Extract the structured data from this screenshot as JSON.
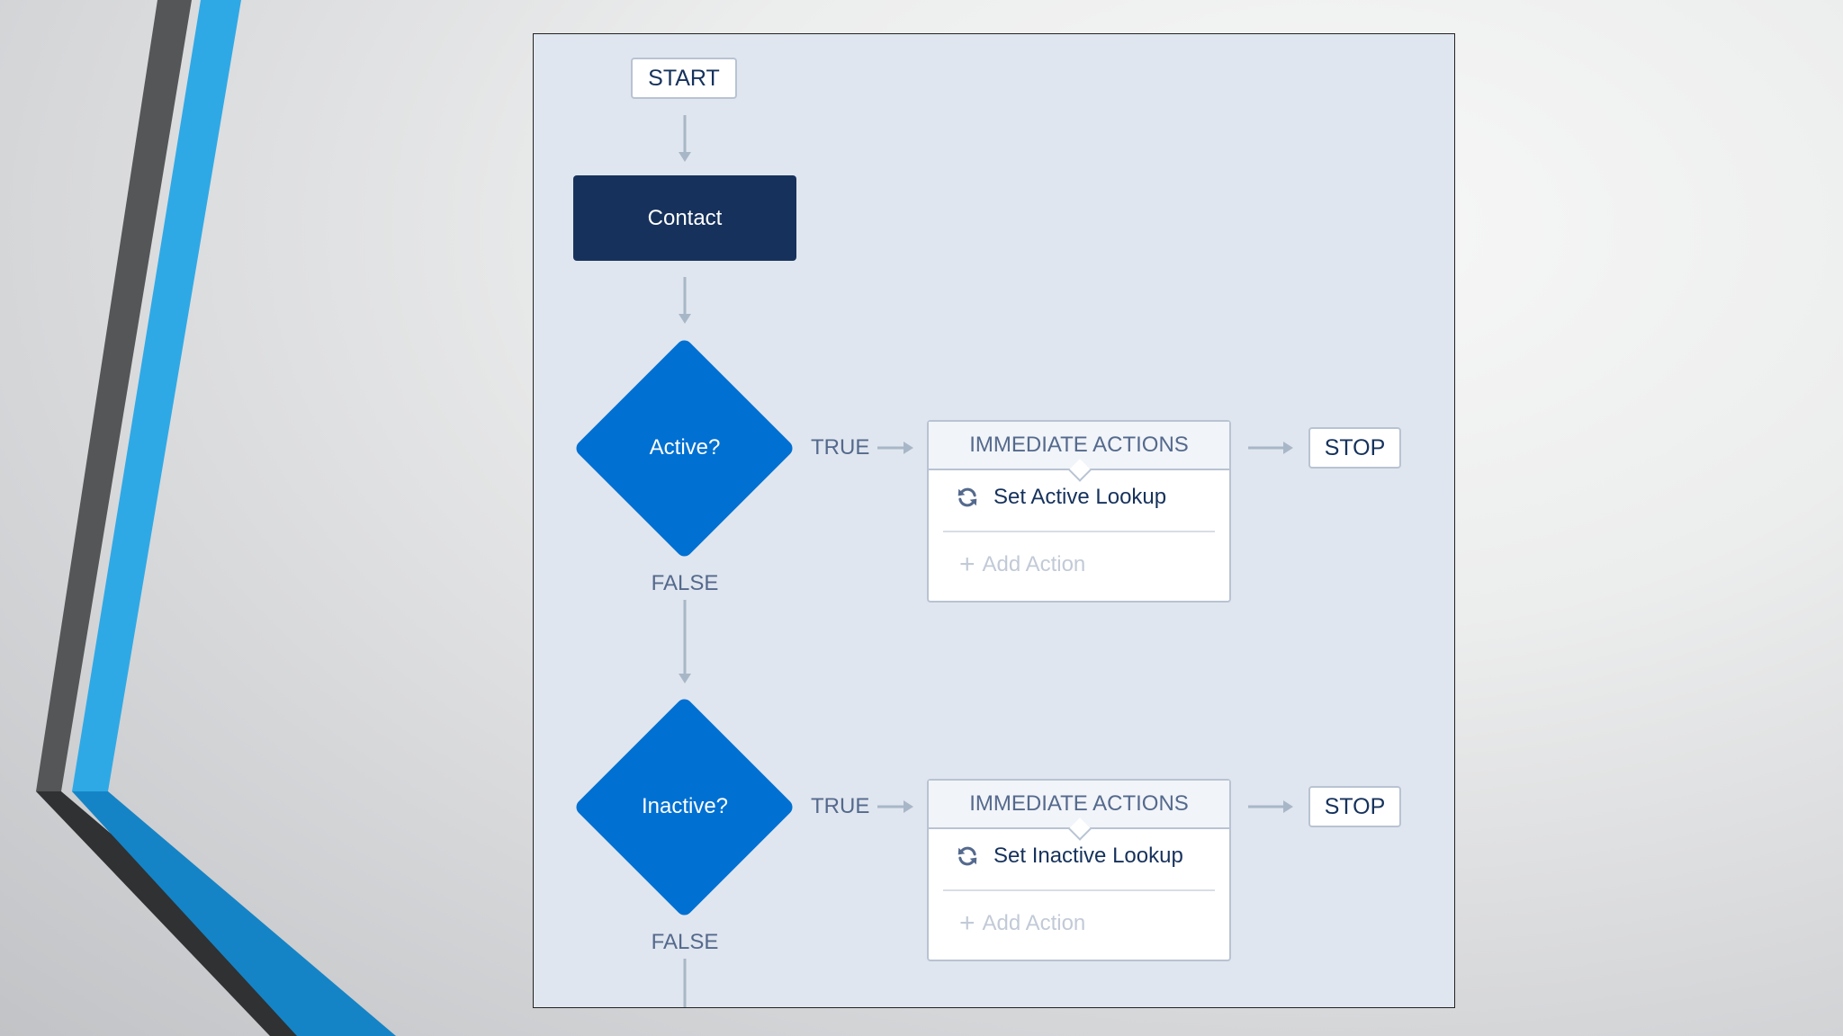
{
  "flow": {
    "start_label": "START",
    "object_label": "Contact",
    "criteria": [
      {
        "question": "Active?",
        "true_label": "TRUE",
        "false_label": "FALSE",
        "actions_header": "IMMEDIATE ACTIONS",
        "action_label": "Set Active Lookup",
        "add_action_label": "Add Action",
        "stop_label": "STOP"
      },
      {
        "question": "Inactive?",
        "true_label": "TRUE",
        "false_label": "FALSE",
        "actions_header": "IMMEDIATE ACTIONS",
        "action_label": "Set Inactive Lookup",
        "add_action_label": "Add Action",
        "stop_label": "STOP"
      }
    ]
  },
  "icons": {
    "action_icon": "refresh-icon",
    "add_icon": "plus-icon"
  },
  "colors": {
    "object_node": "#16325c",
    "decision_node": "#0070d2",
    "canvas": "#e0e6ef",
    "connector": "#a8b7c7",
    "accent_blue": "#2fa9e6",
    "accent_dark": "#545658"
  }
}
